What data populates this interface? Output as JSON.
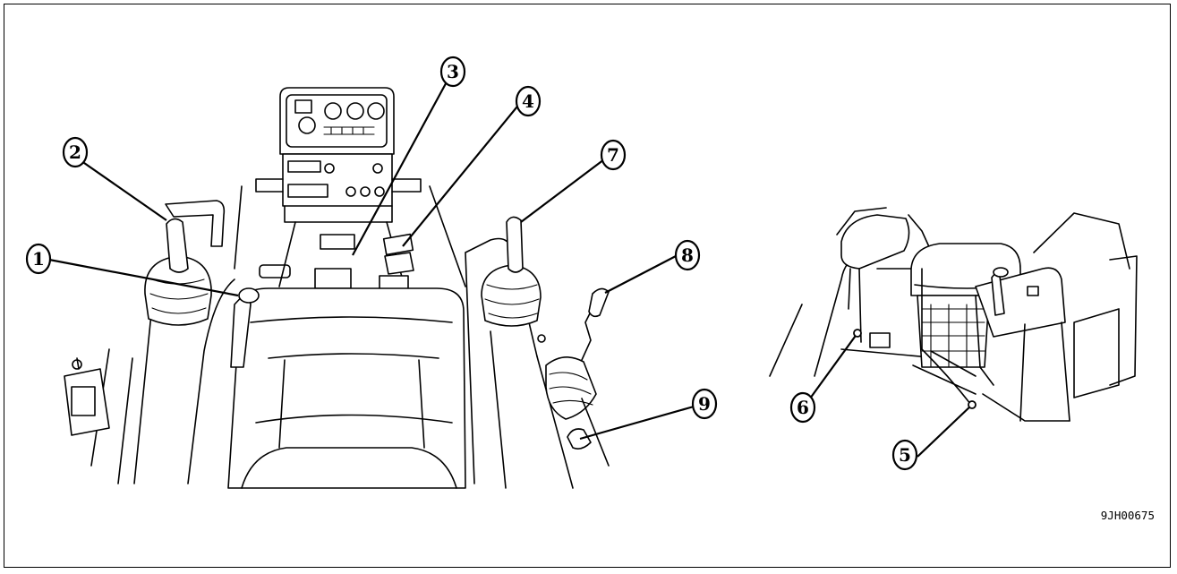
{
  "figure_id": "9JH00675",
  "callouts": [
    {
      "label": "1"
    },
    {
      "label": "2"
    },
    {
      "label": "3"
    },
    {
      "label": "4"
    },
    {
      "label": "5"
    },
    {
      "label": "6"
    },
    {
      "label": "7"
    },
    {
      "label": "8"
    },
    {
      "label": "9"
    }
  ],
  "palette": {
    "ink": "#000000",
    "paper": "#ffffff"
  }
}
